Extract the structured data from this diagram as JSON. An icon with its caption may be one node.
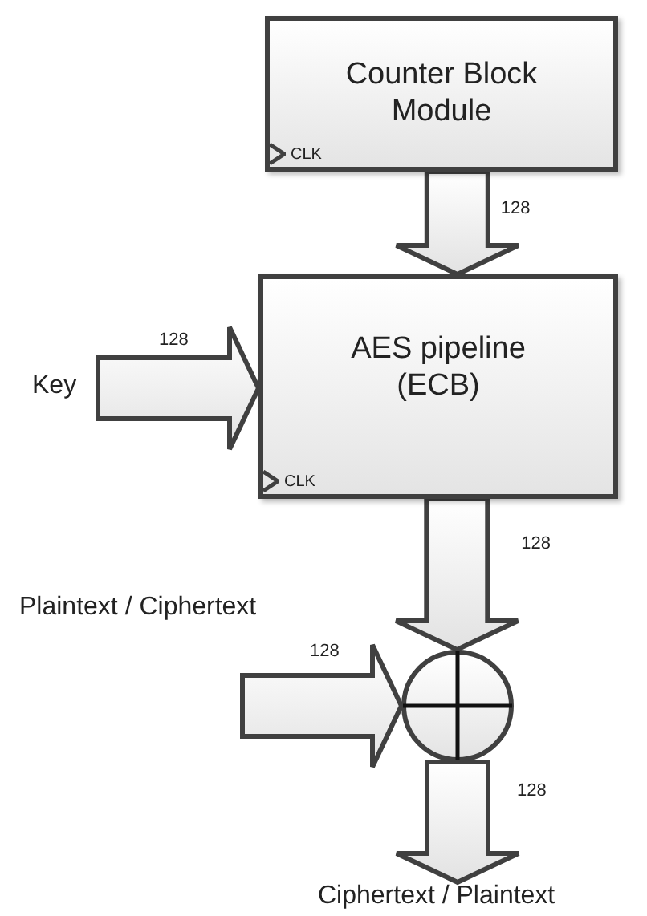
{
  "diagram": {
    "nodes": [
      {
        "text": [
          "Counter Block Module",
          "CLK"
        ]
      },
      {
        "text": [
          "AES pipeline (ECB)",
          "CLK"
        ]
      },
      {
        "text": [
          "Key"
        ]
      },
      {
        "text": [
          "Plaintext / Ciphertext"
        ]
      },
      {
        "text": [],
        "shape": "circle"
      },
      {
        "text": [
          "Ciphertext / Plaintext"
        ]
      }
    ],
    "edges": [
      {
        "from": 0,
        "to": 1,
        "arrow": "to",
        "label": "128"
      },
      {
        "from": 2,
        "to": 1,
        "arrow": "to",
        "label": "128"
      },
      {
        "from": 1,
        "to": 4,
        "arrow": "to",
        "label": "128"
      },
      {
        "from": 3,
        "to": 4,
        "arrow": "to",
        "label": "128"
      },
      {
        "from": 4,
        "to": 5,
        "arrow": "to",
        "label": "128"
      }
    ]
  }
}
